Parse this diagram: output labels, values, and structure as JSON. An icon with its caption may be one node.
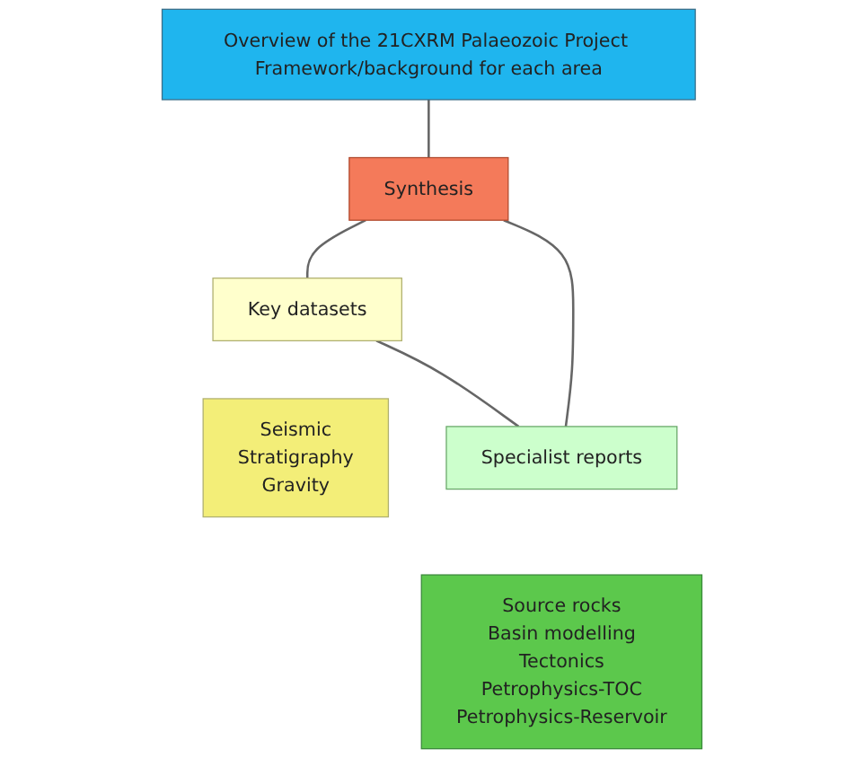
{
  "diagram": {
    "nodes": [
      {
        "text": [
          "Overview of the 21CXRM Palaeozoic Project Framework/background for each area"
        ]
      },
      {
        "text": [
          "Synthesis"
        ]
      },
      {
        "text": [
          "Key datasets"
        ]
      },
      {
        "text": [
          "Seismic",
          "Stratigraphy",
          "Gravity"
        ]
      },
      {
        "text": [
          "Specialist reports"
        ]
      },
      {
        "text": [
          "Source rocks",
          "Basin modelling",
          "Tectonics",
          "Petrophysics-TOC",
          "Petrophysics-Reservoir"
        ]
      }
    ],
    "edges": [
      {
        "from": 0,
        "to": 1,
        "arrow": "none"
      },
      {
        "from": 1,
        "to": 2,
        "arrow": "none"
      },
      {
        "from": 1,
        "to": 4,
        "arrow": "none"
      },
      {
        "from": 2,
        "to": 4,
        "arrow": "none"
      }
    ]
  }
}
